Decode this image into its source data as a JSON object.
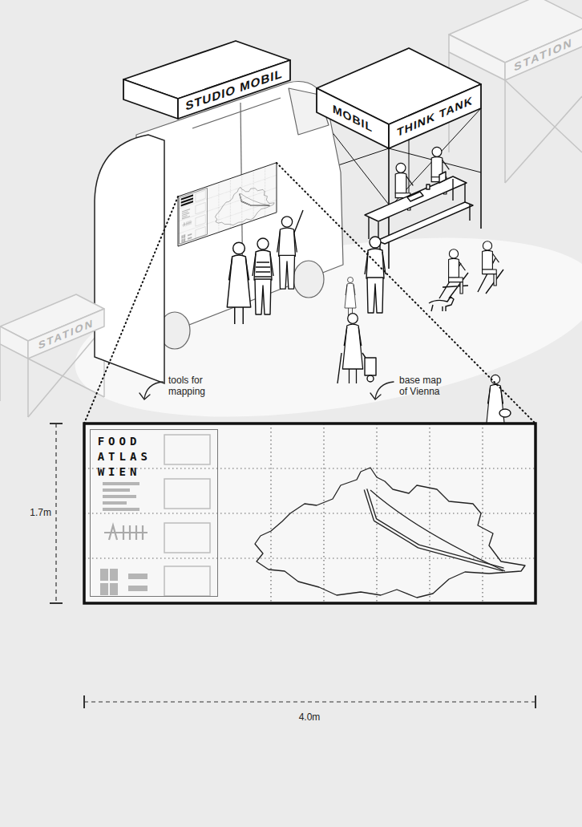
{
  "diagram": {
    "nodes": [
      {
        "text": [
          "STATION"
        ]
      },
      {
        "text": [
          "STUDIO MOBIL"
        ]
      },
      {
        "text": [
          "MOBIL",
          "THINK TANK"
        ]
      },
      {
        "text": [
          "STATION"
        ]
      },
      {
        "text": [
          "FOOD ATLAS WIEN"
        ]
      }
    ],
    "labels": [
      "tools for mapping",
      "base map of Vienna",
      "1.7m",
      "4.0m"
    ]
  }
}
